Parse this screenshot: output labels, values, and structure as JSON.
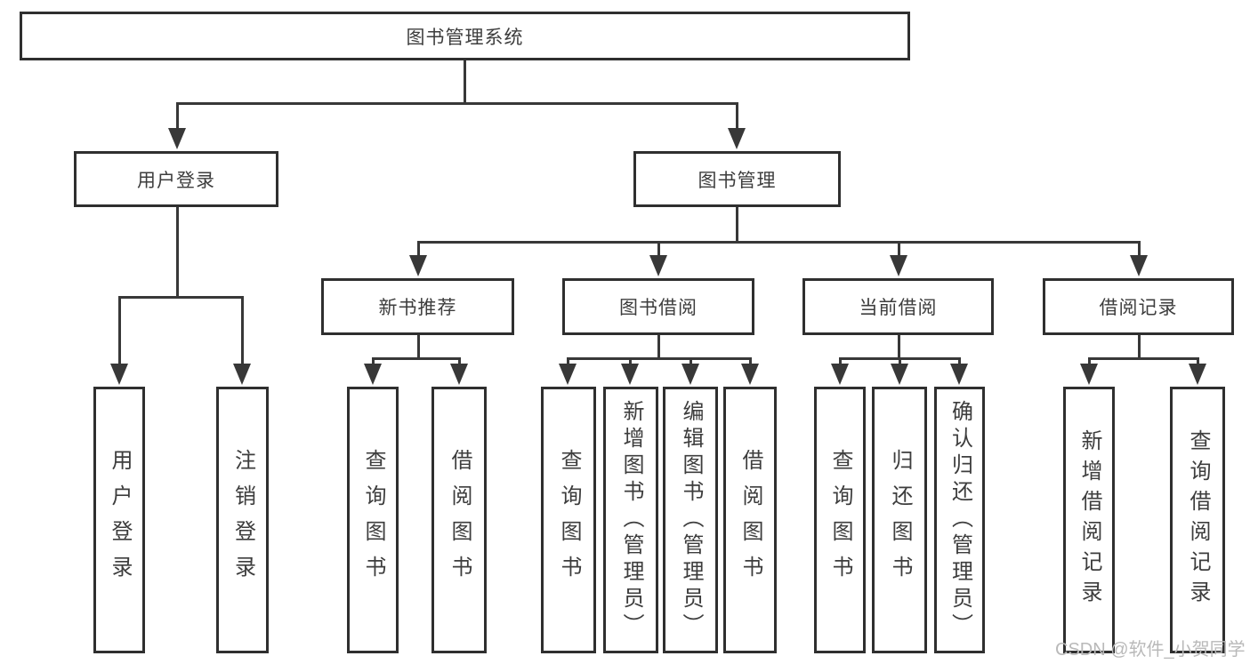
{
  "diagram": {
    "root": {
      "label": "图书管理系统"
    },
    "branches": [
      {
        "label": "用户登录",
        "children": [
          {
            "label": "用户登录"
          },
          {
            "label": "注销登录"
          }
        ]
      },
      {
        "label": "图书管理",
        "children": [
          {
            "label": "新书推荐",
            "children": [
              {
                "label": "查询图书"
              },
              {
                "label": "借阅图书"
              }
            ]
          },
          {
            "label": "图书借阅",
            "children": [
              {
                "label": "查询图书"
              },
              {
                "label": "新增图书（管理员）"
              },
              {
                "label": "编辑图书（管理员）"
              },
              {
                "label": "借阅图书"
              }
            ]
          },
          {
            "label": "当前借阅",
            "children": [
              {
                "label": "查询图书"
              },
              {
                "label": "归还图书"
              },
              {
                "label": "确认归还（管理员）"
              }
            ]
          },
          {
            "label": "借阅记录",
            "children": [
              {
                "label": "新增借阅记录"
              },
              {
                "label": "查询借阅记录"
              }
            ]
          }
        ]
      }
    ]
  },
  "watermark": {
    "text": "CSDN @软件_小贺同学"
  },
  "colors": {
    "border": "#2f2f2f",
    "line": "#383838",
    "text": "#3d3d3d",
    "background": "#ffffff",
    "watermark": "#b9b9b9"
  }
}
